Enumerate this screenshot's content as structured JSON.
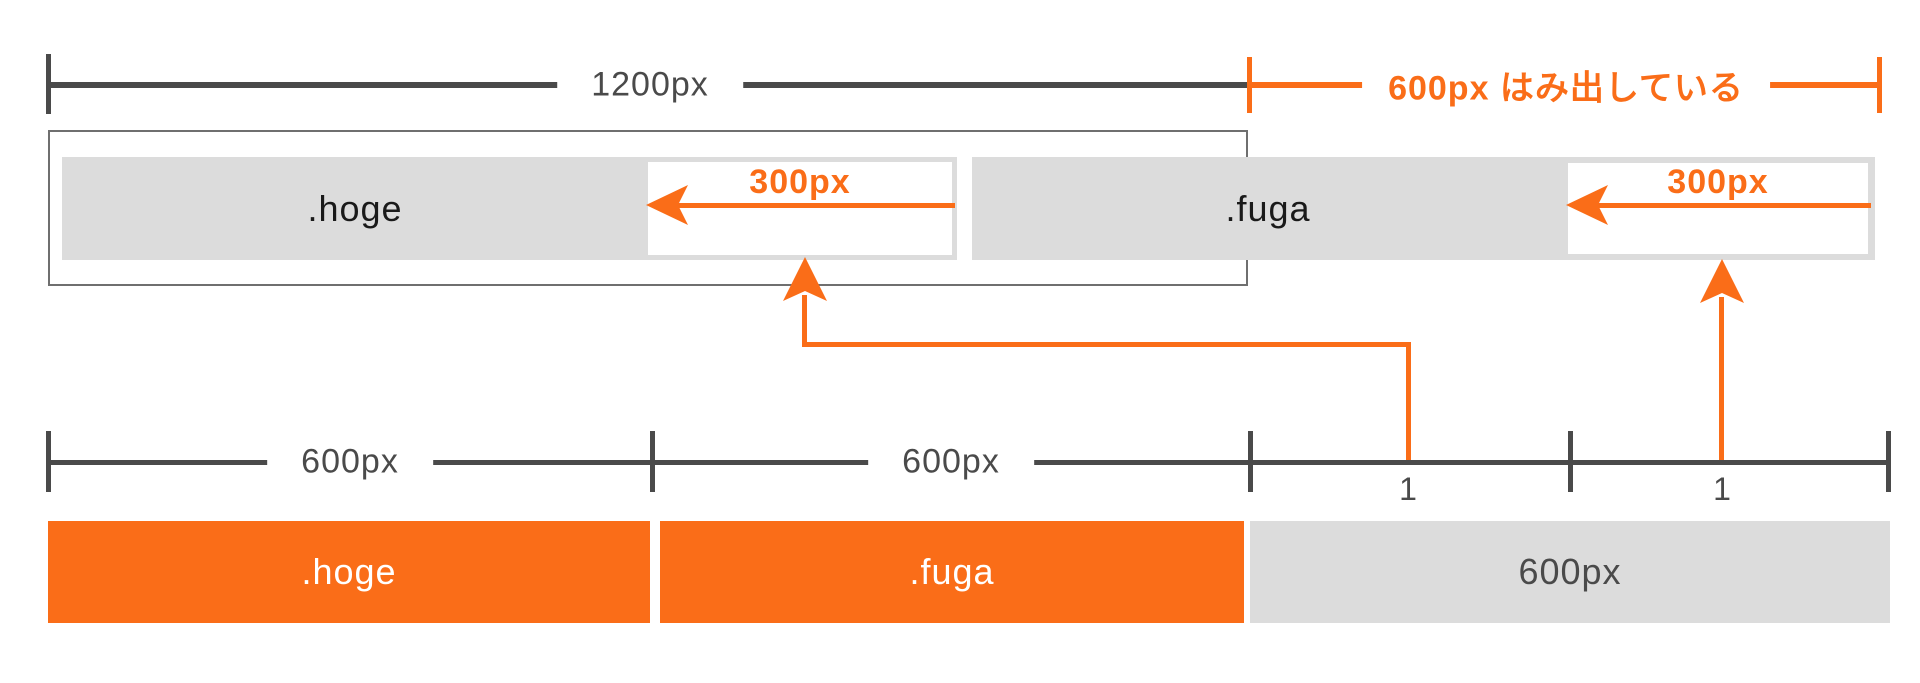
{
  "colors": {
    "orange": "#FA6D18",
    "gray_bar": "#DCDCDC",
    "dark": "#4A4A4A",
    "container_border": "#6F6F6F",
    "text_black": "#1A1A1A",
    "bg": "#FFFFFF"
  },
  "icons": {
    "left_arrow": "◀",
    "up_arrow": "▲"
  },
  "top_ruler": {
    "width_label": "1200px",
    "overflow_label": "600px はみ出している"
  },
  "container_row": {
    "hoge": {
      "label": ".hoge",
      "box_label": "300px"
    },
    "fuga": {
      "label": ".fuga",
      "box_label": "300px"
    }
  },
  "bottom_ruler": {
    "seg1_label": "600px",
    "seg2_label": "600px",
    "fr1_label": "1",
    "fr2_label": "1"
  },
  "bottom_row": {
    "hoge_label": ".hoge",
    "fuga_label": ".fuga",
    "remainder_label": "600px"
  }
}
